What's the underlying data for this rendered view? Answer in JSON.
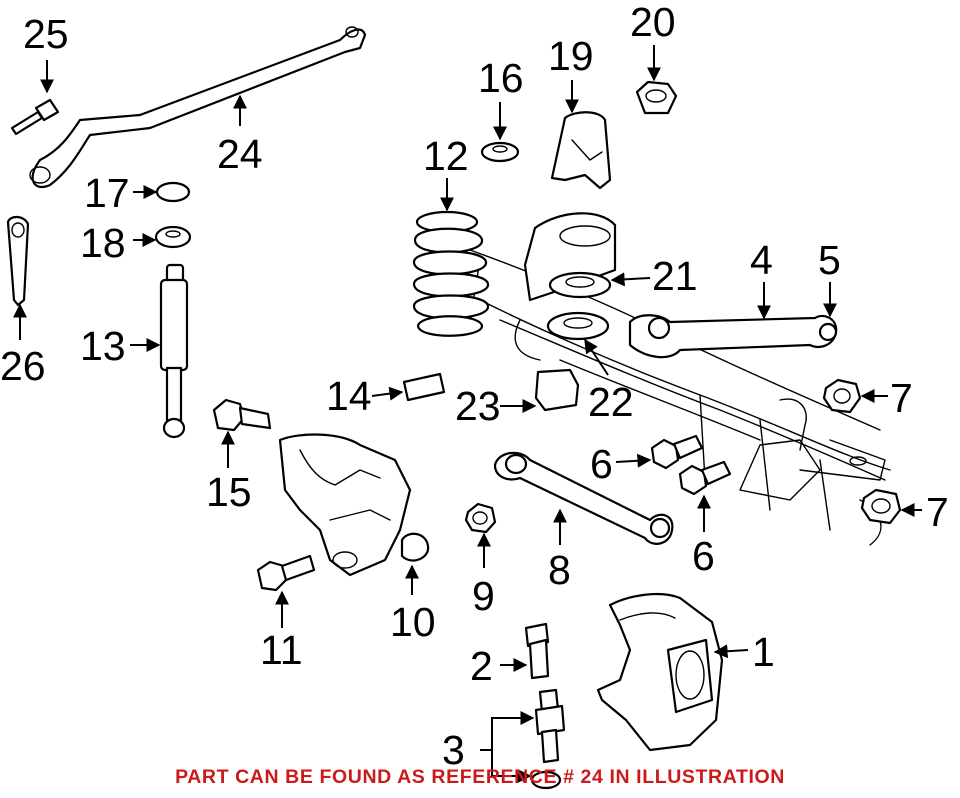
{
  "callouts": {
    "c1": "1",
    "c2": "2",
    "c3": "3",
    "c4": "4",
    "c5": "5",
    "c6a": "6",
    "c6b": "6",
    "c7a": "7",
    "c7b": "7",
    "c8": "8",
    "c9": "9",
    "c10": "10",
    "c11": "11",
    "c12": "12",
    "c13": "13",
    "c14": "14",
    "c15": "15",
    "c16": "16",
    "c17": "17",
    "c18": "18",
    "c19": "19",
    "c20": "20",
    "c21": "21",
    "c22": "22",
    "c23": "23",
    "c24": "24",
    "c25": "25",
    "c26": "26"
  },
  "notice": {
    "text": "PART CAN BE FOUND AS REFERENCE # 24 IN ILLUSTRATION",
    "color": "#cc1a1a"
  }
}
